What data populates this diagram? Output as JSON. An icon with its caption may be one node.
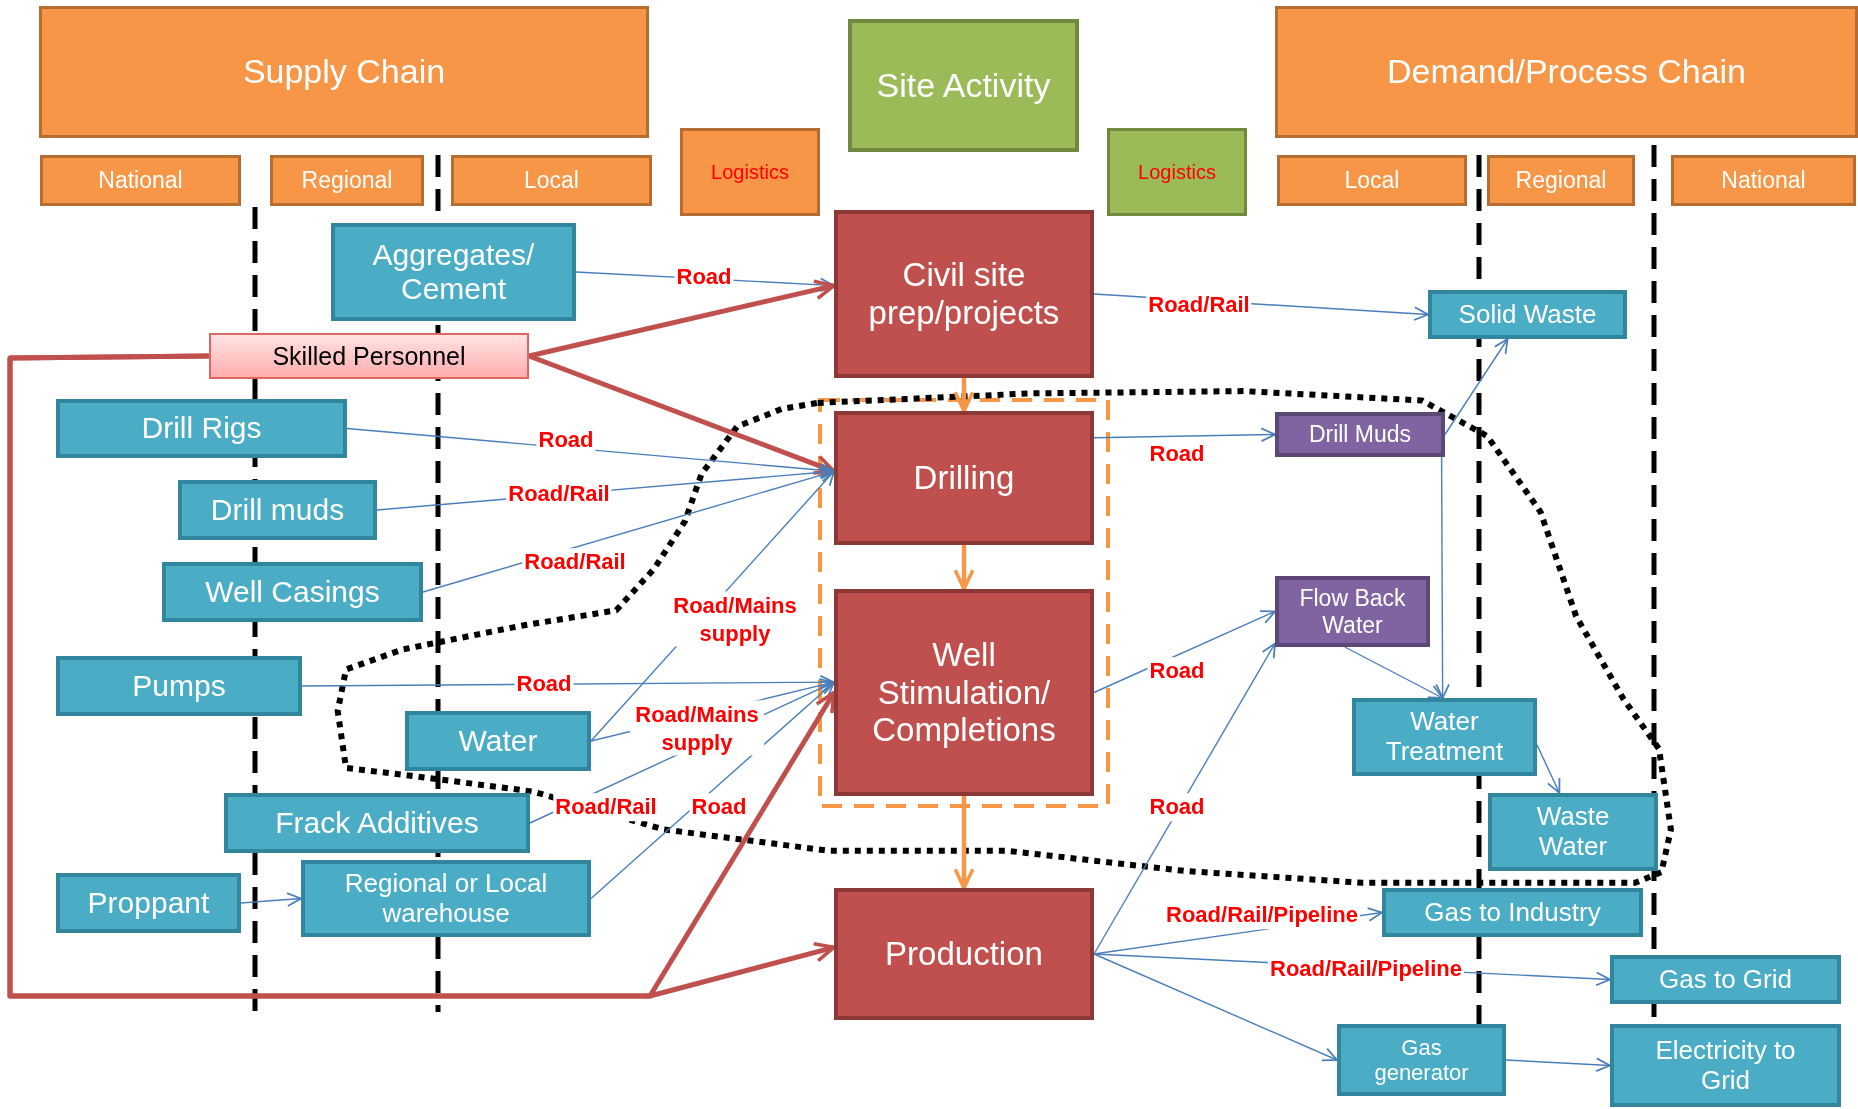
{
  "diagram": {
    "nodes": [
      {
        "text": [
          "Supply Chain"
        ]
      },
      {
        "text": [
          "Site Activity"
        ]
      },
      {
        "text": [
          "Demand/Process Chain"
        ]
      },
      {
        "text": [
          "National"
        ]
      },
      {
        "text": [
          "Regional"
        ]
      },
      {
        "text": [
          "Local"
        ]
      },
      {
        "text": [
          "Logistics"
        ]
      },
      {
        "text": [
          "Logistics"
        ]
      },
      {
        "text": [
          "Local"
        ]
      },
      {
        "text": [
          "Regional"
        ]
      },
      {
        "text": [
          "National"
        ]
      },
      {
        "text": [
          "Aggregates/ Cement"
        ]
      },
      {
        "text": [
          "Skilled Personnel"
        ]
      },
      {
        "text": [
          "Drill Rigs"
        ]
      },
      {
        "text": [
          "Drill muds"
        ]
      },
      {
        "text": [
          "Well Casings"
        ]
      },
      {
        "text": [
          "Pumps"
        ]
      },
      {
        "text": [
          "Water"
        ]
      },
      {
        "text": [
          "Frack Additives"
        ]
      },
      {
        "text": [
          "Proppant"
        ]
      },
      {
        "text": [
          "Regional or Local warehouse"
        ]
      },
      {
        "text": [
          "Civil site prep/projects"
        ]
      },
      {
        "text": [
          "Drilling"
        ]
      },
      {
        "text": [
          "Well Stimulation/ Completions"
        ]
      },
      {
        "text": [
          "Production"
        ]
      },
      {
        "text": [
          "Solid Waste"
        ]
      },
      {
        "text": [
          "Drill Muds"
        ]
      },
      {
        "text": [
          "Flow Back Water"
        ]
      },
      {
        "text": [
          "Water Treatment"
        ]
      },
      {
        "text": [
          "Waste Water"
        ]
      },
      {
        "text": [
          "Gas to Industry"
        ]
      },
      {
        "text": [
          "Gas to Grid"
        ]
      },
      {
        "text": [
          "Gas generator"
        ]
      },
      {
        "text": [
          "Electricity to Grid"
        ]
      }
    ],
    "edges": [
      {
        "from": 11,
        "to": 21,
        "arrow": "to",
        "label": "Road"
      },
      {
        "from": 12,
        "to": 21,
        "arrow": "to",
        "style": "thick",
        "color": "#c0504d"
      },
      {
        "from": 12,
        "to": 22,
        "arrow": "to",
        "style": "thick",
        "color": "#c0504d"
      },
      {
        "from": 13,
        "to": 22,
        "arrow": "to",
        "label": "Road"
      },
      {
        "from": 14,
        "to": 22,
        "arrow": "to",
        "label": "Road/Rail"
      },
      {
        "from": 15,
        "to": 22,
        "arrow": "to",
        "label": "Road/Rail"
      },
      {
        "from": 17,
        "to": 22,
        "arrow": "to",
        "label": "Road/Mains supply"
      },
      {
        "from": 16,
        "to": 23,
        "arrow": "to",
        "label": "Road"
      },
      {
        "from": 17,
        "to": 23,
        "arrow": "to",
        "label": "Road/Mains supply"
      },
      {
        "from": 18,
        "to": 23,
        "arrow": "to",
        "label": "Road/Rail"
      },
      {
        "from": 20,
        "to": 23,
        "arrow": "to",
        "label": "Road"
      },
      {
        "from": 19,
        "to": 20,
        "arrow": "to"
      },
      {
        "from": 12,
        "to": 23,
        "arrow": "to",
        "style": "thick",
        "color": "#c0504d"
      },
      {
        "from": 12,
        "to": 24,
        "arrow": "to",
        "style": "thick",
        "color": "#c0504d"
      },
      {
        "from": 21,
        "to": 22,
        "arrow": "to",
        "style": "thick",
        "color": "#f79646"
      },
      {
        "from": 22,
        "to": 23,
        "arrow": "to",
        "style": "thick",
        "color": "#f79646"
      },
      {
        "from": 23,
        "to": 24,
        "arrow": "to",
        "style": "thick",
        "color": "#f79646"
      },
      {
        "from": 21,
        "to": 25,
        "arrow": "to",
        "label": "Road/Rail"
      },
      {
        "from": 22,
        "to": 26,
        "arrow": "to",
        "label": "Road"
      },
      {
        "from": 23,
        "to": 27,
        "arrow": "to",
        "label": "Road"
      },
      {
        "from": 24,
        "to": 27,
        "arrow": "to",
        "label": "Road"
      },
      {
        "from": 24,
        "to": 30,
        "arrow": "to",
        "label": "Road/Rail/Pipeline"
      },
      {
        "from": 24,
        "to": 31,
        "arrow": "to",
        "label": "Road/Rail/Pipeline"
      },
      {
        "from": 24,
        "to": 32,
        "arrow": "to"
      },
      {
        "from": 32,
        "to": 33,
        "arrow": "to"
      },
      {
        "from": 26,
        "to": 25,
        "arrow": "to"
      },
      {
        "from": 26,
        "to": 28,
        "arrow": "to"
      },
      {
        "from": 27,
        "to": 28,
        "arrow": "to"
      },
      {
        "from": 28,
        "to": 29,
        "arrow": "to"
      }
    ]
  }
}
